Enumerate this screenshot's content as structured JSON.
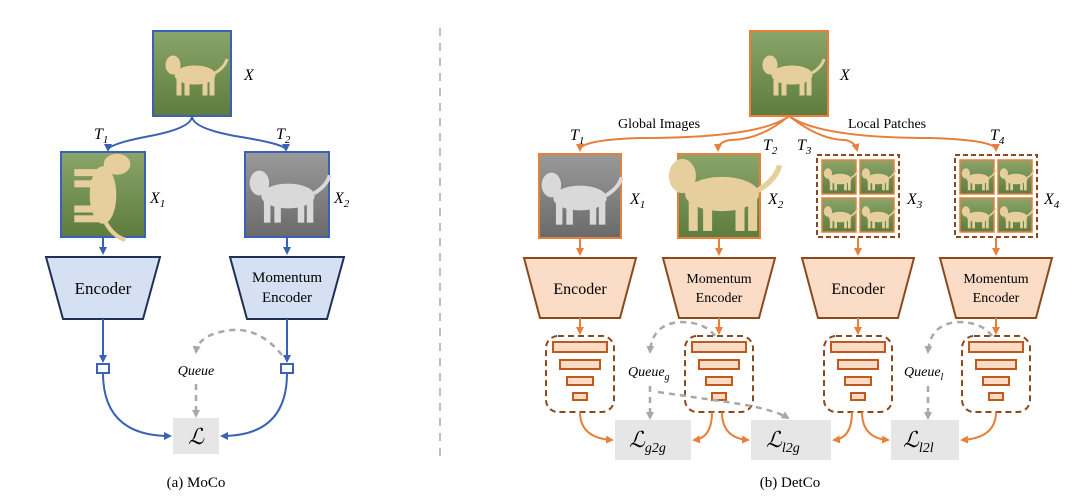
{
  "moco": {
    "caption": "(a) MoCo",
    "x_label": "X",
    "t1": "T",
    "t1_sub": "1",
    "t2": "T",
    "t2_sub": "2",
    "x1": "X",
    "x1_sub": "1",
    "x2": "X",
    "x2_sub": "2",
    "encoder": "Encoder",
    "momentum_line1": "Momentum",
    "momentum_line2": "Encoder",
    "queue": "Queue",
    "loss": "ℒ"
  },
  "detco": {
    "caption": "(b) DetCo",
    "x_label": "X",
    "global_images": "Global Images",
    "local_patches": "Local Patches",
    "t1": "T",
    "t1_sub": "1",
    "t2": "T",
    "t2_sub": "2",
    "t3": "T",
    "t3_sub": "3",
    "t4": "T",
    "t4_sub": "4",
    "x1": "X",
    "x1_sub": "1",
    "x2": "X",
    "x2_sub": "2",
    "x3": "X",
    "x3_sub": "3",
    "x4": "X",
    "x4_sub": "4",
    "encoder": "Encoder",
    "momentum_line1": "Momentum",
    "momentum_line2": "Encoder",
    "queue_g": "Queue",
    "queue_g_sub": "g",
    "queue_l": "Queue",
    "queue_l_sub": "l",
    "loss_g2g": "ℒ",
    "loss_g2g_sub": "g2g",
    "loss_l2g": "ℒ",
    "loss_l2g_sub": "l2g",
    "loss_l2l": "ℒ",
    "loss_l2l_sub": "l2l"
  },
  "colors": {
    "blue": "#3a62b4",
    "blue_fill": "#d5e1f2",
    "orange": "#e8803c",
    "orange_fill": "#fbdcc6",
    "brown": "#8a4a1e",
    "gray_box": "#e6e6e6",
    "dashed_gray": "#a8a8a8"
  }
}
